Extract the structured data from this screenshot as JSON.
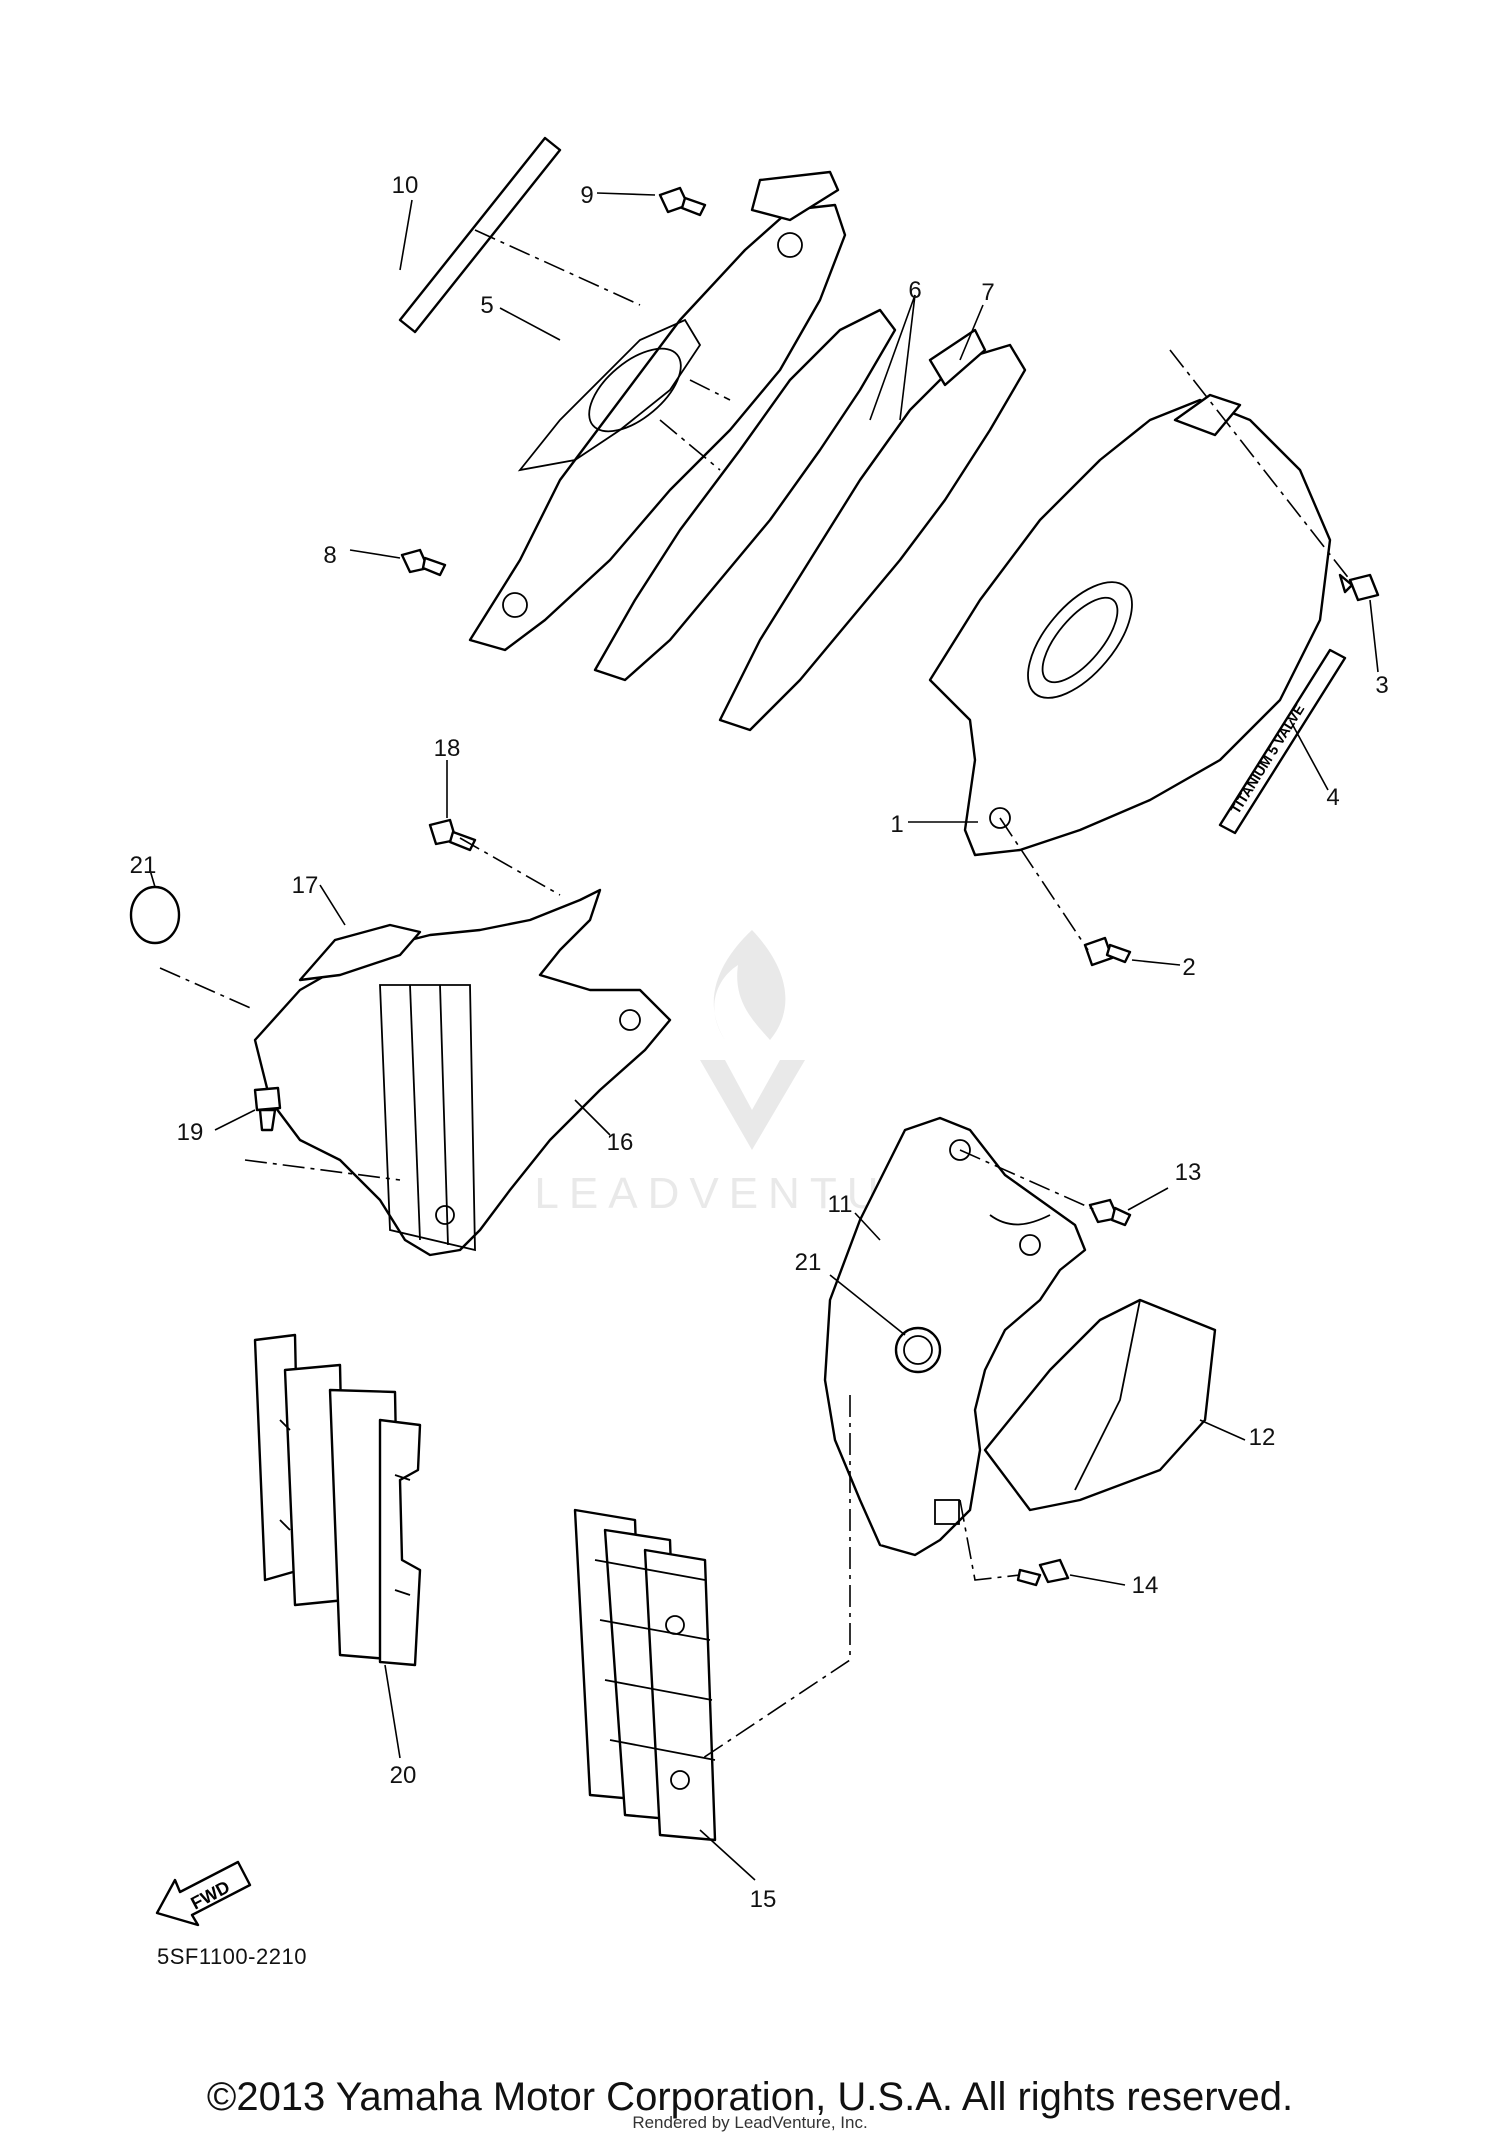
{
  "diagram": {
    "code": "5SF1100-2210",
    "fwd_label": "FWD",
    "decal_text": "TITANIUM 5 VALVE",
    "watermark_text": "LEADVENTURE",
    "callouts": [
      "1",
      "2",
      "3",
      "4",
      "5",
      "6",
      "7",
      "8",
      "9",
      "10",
      "11",
      "12",
      "13",
      "14",
      "15",
      "16",
      "17",
      "18",
      "19",
      "20",
      "21",
      "21"
    ]
  },
  "footer": {
    "copyright": "©2013 Yamaha Motor Corporation, U.S.A. All rights reserved.",
    "render_credit": "Rendered by LeadVenture, Inc."
  }
}
